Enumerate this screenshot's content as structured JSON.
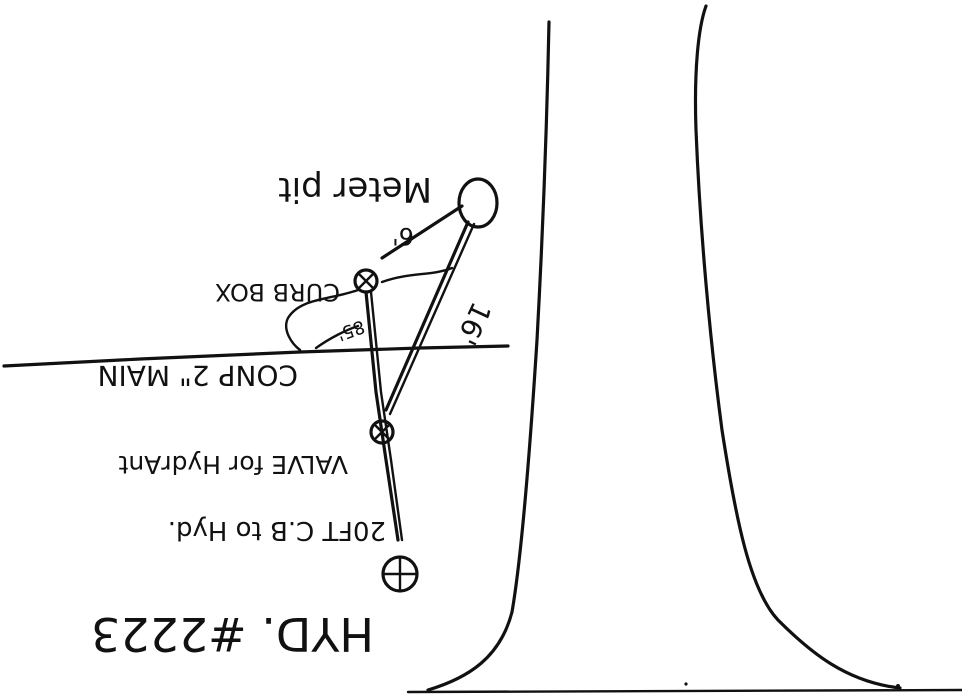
{
  "labels": {
    "meter_pit": "Meter pit",
    "curb_box": "CURB BOX",
    "dim_6": "6'",
    "dim_16": "16'",
    "dim_85": "85'",
    "main": "CONP 2\" MAIN",
    "valve": "VALVE for HydrAnt",
    "distance": "20FT C.B to Hyd.",
    "hydrant": "HYD. #2223"
  }
}
